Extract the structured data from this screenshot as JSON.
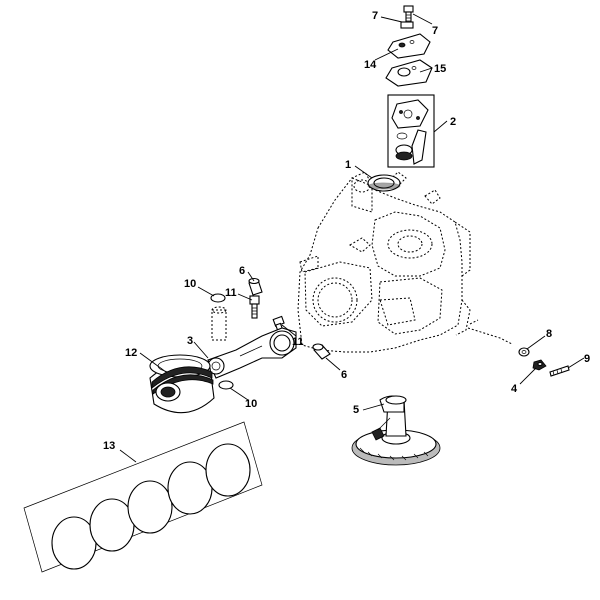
{
  "diagram": {
    "callouts": {
      "c1": "1",
      "c2": "2",
      "c3": "3",
      "c4": "4",
      "c5": "5",
      "c6a": "6",
      "c6b": "6",
      "c7a": "7",
      "c7b": "7",
      "c8": "8",
      "c9": "9",
      "c10a": "10",
      "c10b": "10",
      "c11a": "11",
      "c11b": "11",
      "c12": "12",
      "c13": "13",
      "c14": "14",
      "c15": "15"
    }
  }
}
